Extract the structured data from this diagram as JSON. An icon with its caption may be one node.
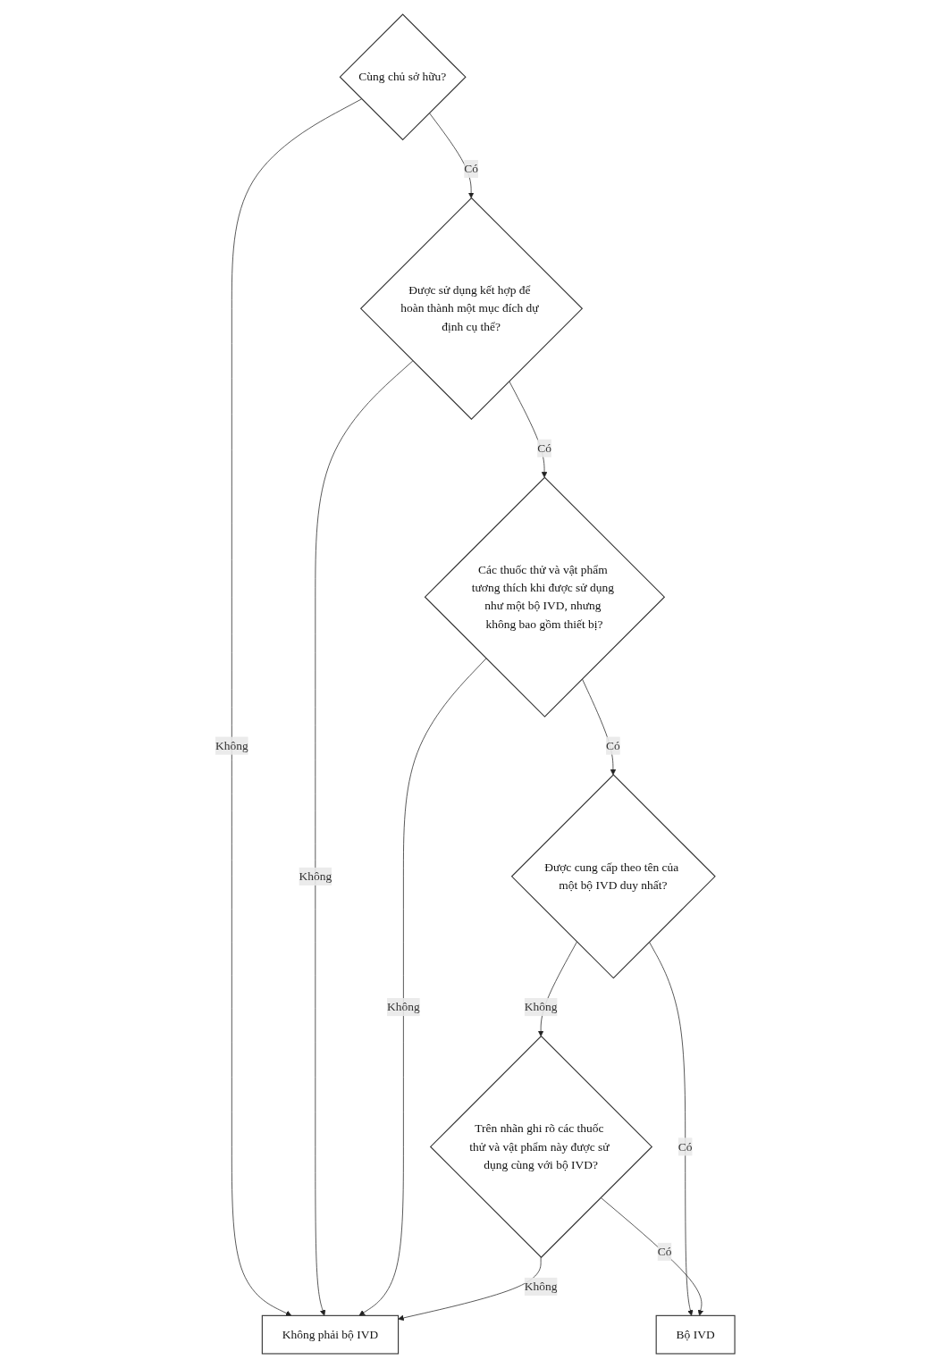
{
  "diagram": {
    "nodes": [
      {
        "text": [
          "Cùng chủ sở hữu?"
        ]
      },
      {
        "text": [
          "Được sử dụng kết hợp để hoàn thành một mục đích dự định cụ thể?"
        ]
      },
      {
        "text": [
          "Các thuốc thử và vật phẩm tương thích khi được sử dụng như một bộ IVD, nhưng không bao gồm thiết bị?"
        ]
      },
      {
        "text": [
          "Không phải bộ IVD"
        ]
      },
      {
        "text": [
          "Được cung cấp theo tên của một bộ IVD duy nhất?"
        ]
      },
      {
        "text": [
          "Trên nhãn ghi rõ các thuốc thử và vật phẩm này được sử dụng cùng với bộ IVD?"
        ]
      },
      {
        "text": [
          "Bộ IVD"
        ]
      }
    ],
    "edges": [
      {
        "from": 0,
        "to": 1,
        "arrow": "to",
        "label": "Có"
      },
      {
        "from": 0,
        "to": 3,
        "arrow": "to",
        "label": "Không"
      },
      {
        "from": 1,
        "to": 2,
        "arrow": "to",
        "label": "Có"
      },
      {
        "from": 1,
        "to": 3,
        "arrow": "to",
        "label": "Không"
      },
      {
        "from": 2,
        "to": 3,
        "arrow": "to",
        "label": "Không"
      },
      {
        "from": 2,
        "to": 4,
        "arrow": "to",
        "label": "Có"
      },
      {
        "from": 4,
        "to": 5,
        "arrow": "to",
        "label": "Không"
      },
      {
        "from": 5,
        "to": 3,
        "arrow": "to",
        "label": "Không"
      },
      {
        "from": 4,
        "to": 6,
        "arrow": "to",
        "label": "Có"
      },
      {
        "from": 5,
        "to": 6,
        "arrow": "to",
        "label": "Có"
      }
    ]
  }
}
